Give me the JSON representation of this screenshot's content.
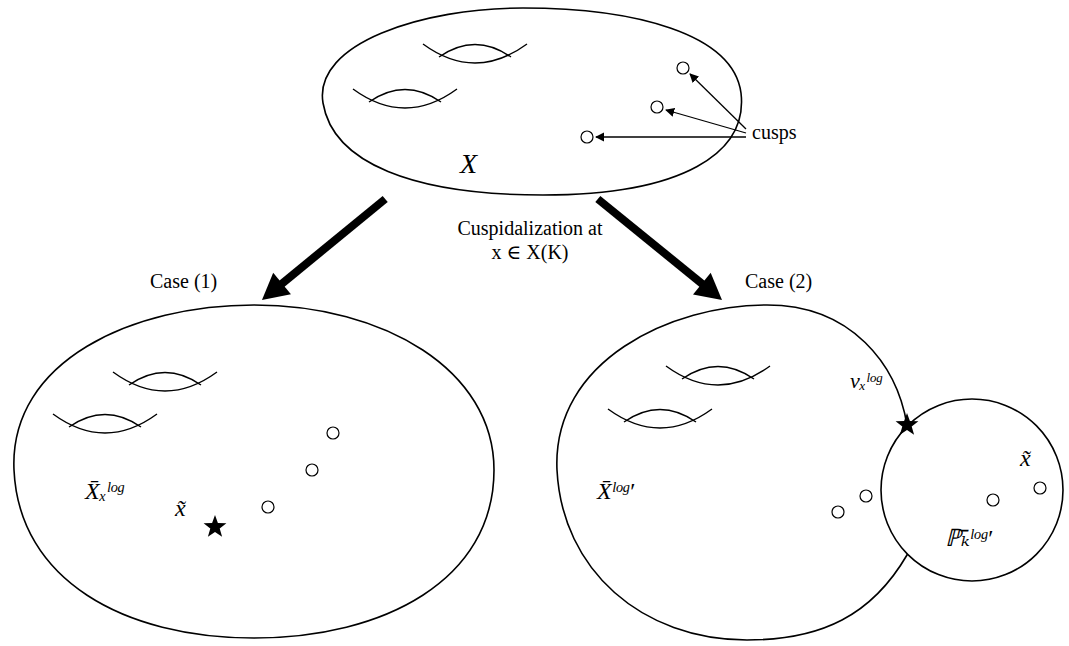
{
  "diagram": {
    "nodes": [
      {
        "text": [
          "X"
        ]
      },
      {
        "text": [
          "Case (1)",
          "X̄ₓˡᵒᵍ",
          "x̃"
        ]
      },
      {
        "text": [
          "Case (2)",
          "X̄ˡᵒᵍ′",
          "νₓˡᵒᵍ"
        ]
      },
      {
        "text": [
          "ℙ̄ₖˡᵒᵍ′",
          "x̃"
        ]
      }
    ],
    "edges": [
      {
        "from": 0,
        "to": 1,
        "arrow": "to"
      },
      {
        "from": 0,
        "to": 2,
        "arrow": "to"
      }
    ],
    "labels": [
      "cusps",
      "Cuspidalization at x ∈ X(K)"
    ]
  }
}
